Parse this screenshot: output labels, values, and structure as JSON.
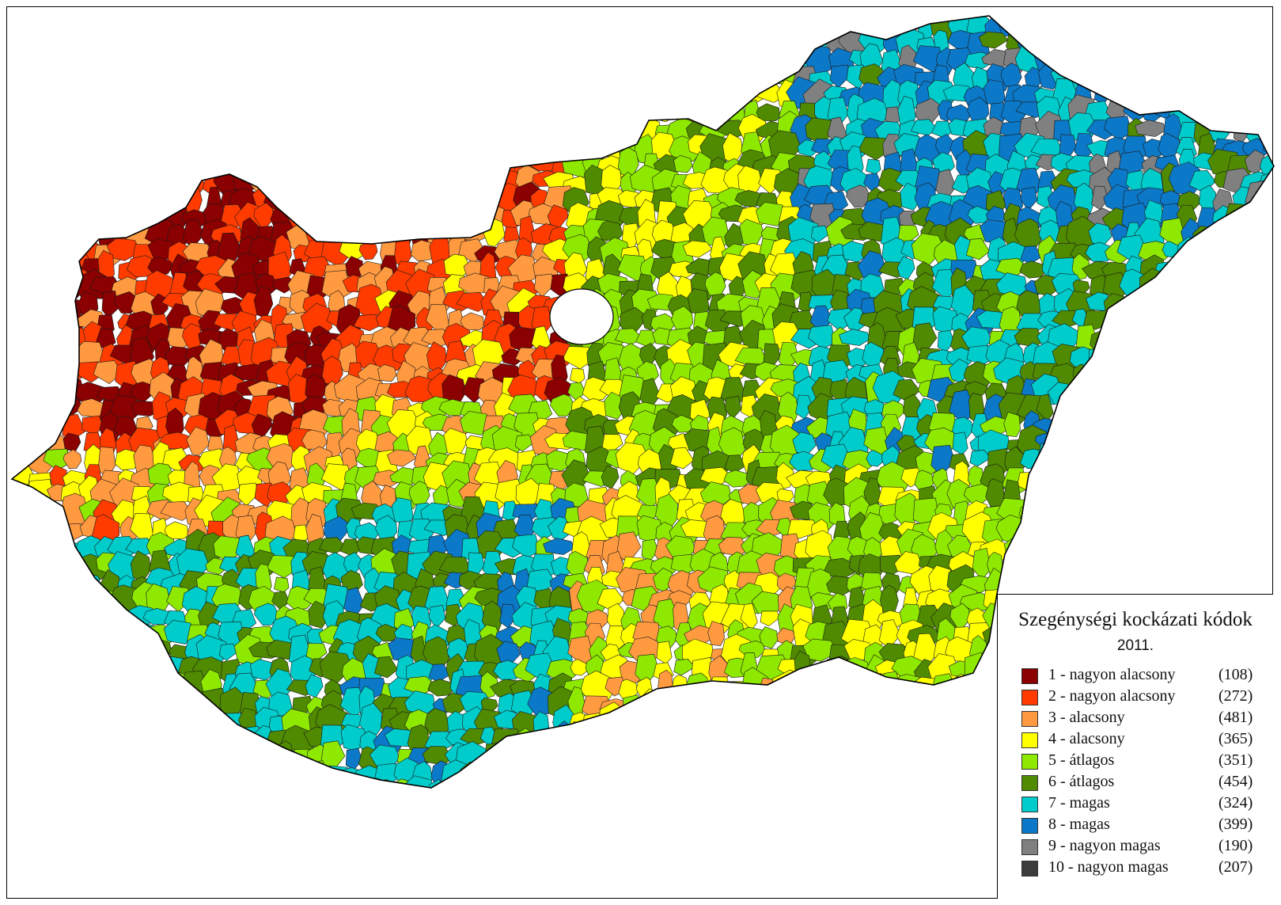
{
  "legend": {
    "title": "Szegénységi kockázati kódok",
    "year": "2011.",
    "classes": [
      {
        "label": "1 - nagyon alacsony",
        "count": "(108)",
        "color": "#8b0000"
      },
      {
        "label": "2 - nagyon alacsony",
        "count": "(272)",
        "color": "#ff3b00"
      },
      {
        "label": "3 - alacsony",
        "count": "(481)",
        "color": "#ff9a40"
      },
      {
        "label": "4 - alacsony",
        "count": "(365)",
        "color": "#ffff00"
      },
      {
        "label": "5 - átlagos",
        "count": "(351)",
        "color": "#8ee800"
      },
      {
        "label": "6 - átlagos",
        "count": "(454)",
        "color": "#4f8a00"
      },
      {
        "label": "7 - magas",
        "count": "(324)",
        "color": "#00cccc"
      },
      {
        "label": "8 - magas",
        "count": "(399)",
        "color": "#0c78c8"
      },
      {
        "label": "9 - nagyon magas",
        "count": "(190)",
        "color": "#808080"
      },
      {
        "label": "10 - nagyon magas",
        "count": "(207)",
        "color": "#3c3c3c"
      }
    ]
  }
}
